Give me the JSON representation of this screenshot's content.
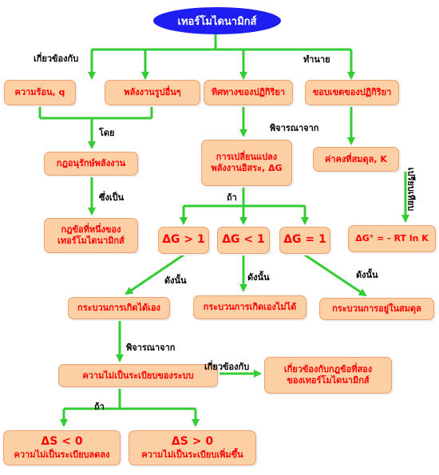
{
  "title": "เทอร์โมไดนามิกส์",
  "nodes": {
    "heat": "ความร้อน, q",
    "other_energy": "พลังงานรูปอื่นๆ",
    "reaction_direction": "ทิศทางของปฏิกิริยา",
    "reaction_extent": "ขอบเขตของปฏิกิริยา",
    "energy_conservation": "กฎอนุรักษ์พลังงาน",
    "gibbs_change_line1": "การเปลี่ยนแปลง",
    "gibbs_change_line2": "พลังงานอิสระ, ΔG",
    "equilibrium_constant": "ค่าคงที่สมดุล, K",
    "first_law_line1": "กฎข้อที่หนึ่งของ",
    "first_law_line2": "เทอร์โมไดนามิกส์",
    "dg_positive": "ΔG > 1",
    "dg_negative": "ΔG < 1",
    "dg_zero": "ΔG = 1",
    "standard_gibbs": "ΔG° = - RT ln K",
    "spontaneous": "กระบวนการเกิดได้เอง",
    "non_spontaneous": "กระบวนการเกิดเองไม่ได้",
    "at_equilibrium": "กระบวนการอยู่ในสมดุล",
    "system_entropy": "ความไม่เป็นระเบียบของระบบ",
    "second_law_line1": "เกี่ยวข้องกับกฎข้อที่สอง",
    "second_law_line2": "ของเทอร์โมไดนามิกส์",
    "ds_negative_line1": "ΔS < 0",
    "ds_negative_line2": "ความไม่เป็นระเบียบลดลง",
    "ds_positive_line1": "ΔS > 0",
    "ds_positive_line2": "ความไม่เป็นระเบียบเพิ่มขึ้น"
  },
  "edge_labels": {
    "related_to": "เกี่ยวข้องกับ",
    "predict": "ทำนาย",
    "by": "โดย",
    "consider_from_1": "พิจารณาจาก",
    "which_is": "ซึ่งเป็น",
    "if_1": "ถ้า",
    "compare": "เปรียบเทียบ",
    "therefore_1": "ดังนั้น",
    "therefore_2": "ดังนั้น",
    "therefore_3": "ดังนั้น",
    "consider_from_2": "พิจารณาจาก",
    "related_to_2": "เกี่ยวข้องกับ",
    "if_2": "ถ้า"
  },
  "colors": {
    "title_fill": "#1e1ef0",
    "node_fill": "#fdcfa4",
    "node_text": "#ff0000",
    "connector": "#33cc33"
  }
}
